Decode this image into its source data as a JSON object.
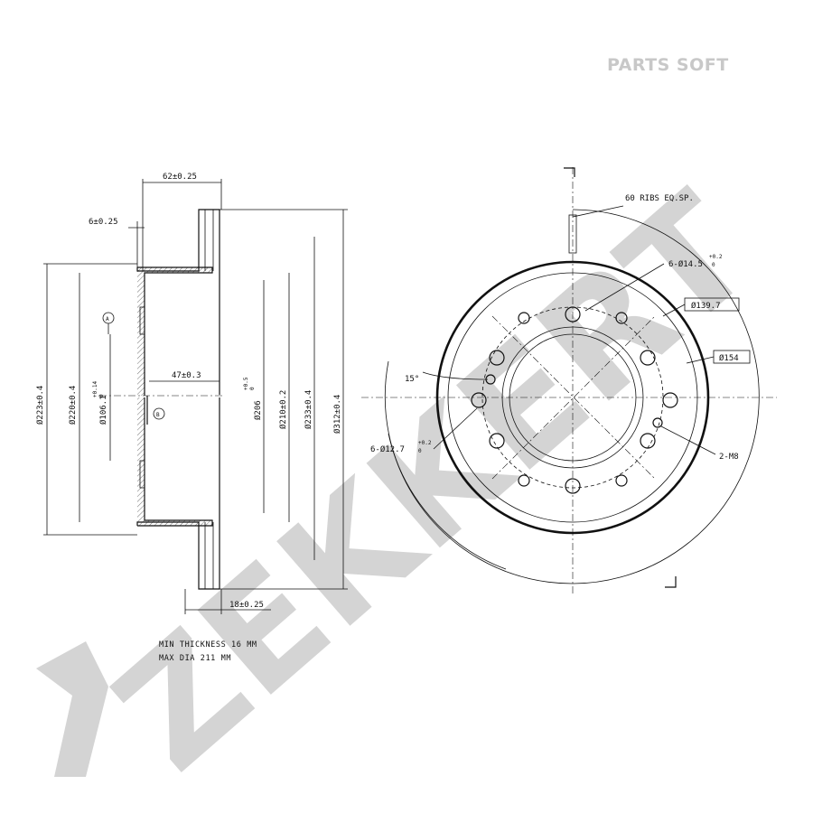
{
  "brand": {
    "corner_text": "PARTS SOFT",
    "watermark_text": "ZEKKERT",
    "watermark_color": "#d4d4d4"
  },
  "side_view": {
    "dim_width_total": "62±0.25",
    "dim_flange": "6±0.25",
    "dim_hat_depth": "47±0.3",
    "dim_bottom": "18±0.25",
    "dia_223": "Ø223±0.4",
    "dia_220": "Ø220±0.4",
    "dia_106": "Ø106.1",
    "dia_106_tol": "+0.14",
    "dia_106_tol2": "0",
    "dia_206": "Ø206",
    "dia_206_tol": "+0.5",
    "dia_206_tol2": "0",
    "dia_210": "Ø210±0.2",
    "dia_233": "Ø233±0.4",
    "dia_312": "Ø312±0.4",
    "datum_a": "A",
    "datum_b": "B"
  },
  "front_view": {
    "ribs": "60 RIBS EQ.SP.",
    "holes_145": "6-Ø14.5",
    "holes_145_tol": "+0.2",
    "holes_145_tol2": "0",
    "pcd_1397": "Ø139.7",
    "dia_154": "Ø154",
    "angle": "15°",
    "holes_127": "6-Ø12.7",
    "holes_127_tol": "+0.2",
    "holes_127_tol2": "0",
    "threads": "2-M8"
  },
  "notes": {
    "min_thickness": "MIN THICKNESS 16 MM",
    "max_dia": "MAX DIA 211 MM"
  }
}
